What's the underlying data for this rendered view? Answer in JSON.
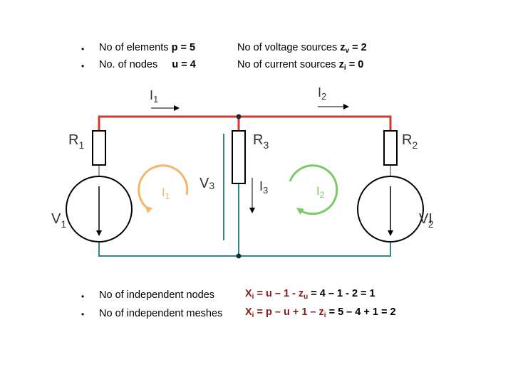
{
  "top": {
    "b1": "•",
    "b2": "•",
    "elements_text": "No of elements ",
    "elements_eq": "p = 5",
    "nodes_text": "No. of nodes ",
    "nodes_eq": "u = 4",
    "vs_text": "No of voltage sources ",
    "vs_z": "z",
    "vs_sub": "v",
    "vs_val": " = 2",
    "cs_text": "No of current sources ",
    "cs_z": "z",
    "cs_sub": "i",
    "cs_val": " = 0"
  },
  "bottom": {
    "b1": "•",
    "b2": "•",
    "indep_nodes_text": "No of independent nodes",
    "indep_nodes_x": "X",
    "indep_nodes_xsub": "i",
    "indep_nodes_eq1": " =   ",
    "indep_nodes_eq2": "u – 1 -  z",
    "indep_nodes_zsub": "u",
    "indep_nodes_eq3": "  = 4 – 1 - 2  =  1",
    "indep_meshes_text": "No of independent meshes",
    "indep_meshes_x": "X",
    "indep_meshes_xsub": "i",
    "indep_meshes_eq1": " = p – u + 1 – z",
    "indep_meshes_zsub": "i",
    "indep_meshes_eq2": "  = 5 – 4 + 1  =  2"
  },
  "circuit": {
    "I1_main": "I",
    "I1_sub": "1",
    "I2_main": "I",
    "I2_sub": "2",
    "R1_main": "R",
    "R1_sub": "1",
    "R2_main": "R",
    "R2_sub": "2",
    "R3_main": "R",
    "R3_sub": "3",
    "V1_main": "V",
    "V1_sub": "1",
    "V2_main": "VI",
    "V2_sub": "2",
    "V3_main": "V",
    "V3_sub": "3",
    "I3_main": "I",
    "I3_sub": "3",
    "mesh1_main": "I",
    "mesh1_sub": "1",
    "mesh2_main": "I",
    "mesh2_sub": "2",
    "colors": {
      "top_wire": "#d9372e",
      "bottom_wire": "#2f8a83",
      "mesh1": "#f5b56b",
      "mesh2": "#7cc96a",
      "component": "#000000"
    }
  }
}
